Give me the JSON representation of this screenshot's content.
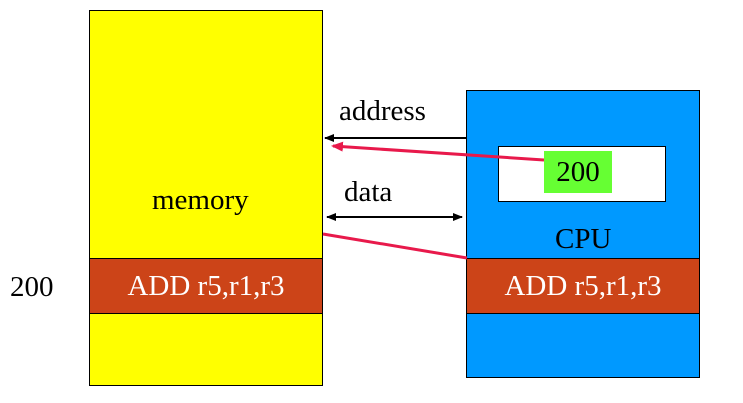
{
  "memory": {
    "label": "memory",
    "address_label": "200",
    "instruction": "ADD r5,r1,r3",
    "fill_color": "#FFFF00"
  },
  "cpu": {
    "label": "CPU",
    "register_value": "200",
    "instruction": "ADD r5,r1,r3",
    "fill_color": "#0099FF"
  },
  "bus": {
    "address_label": "address",
    "data_label": "data"
  },
  "colors": {
    "instruction_fill": "#CC4418",
    "register_highlight": "#66FF33",
    "flow_arrow": "#E8194B"
  }
}
